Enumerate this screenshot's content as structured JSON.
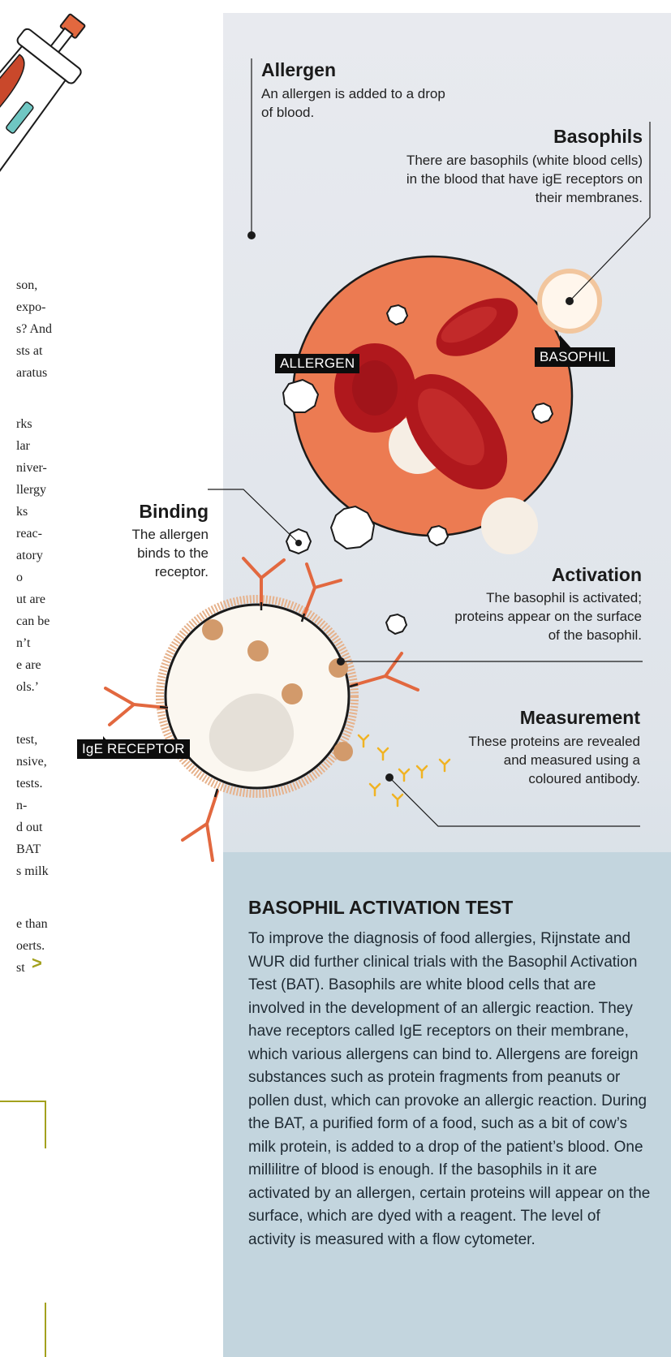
{
  "left_column_fragments": [
    "son,",
    "expo-",
    "s? And",
    "sts at",
    "aratus",
    "rks",
    "lar",
    "niver-",
    "llergy",
    "ks",
    "reac-",
    "atory",
    "o",
    "ut are",
    "can be",
    "n’t",
    "e are",
    "ols.’",
    "test,",
    "nsive,",
    "tests.",
    "n-",
    "d out",
    "BAT",
    "s milk",
    "e than",
    "oerts.",
    "st"
  ],
  "continue_marker": ">",
  "callouts": {
    "allergen": {
      "title": "Allergen",
      "text": "An allergen is added to a drop of blood."
    },
    "basophils": {
      "title": "Basophils",
      "text": "There are basophils (white blood cells) in the blood that have igE receptors on their membranes."
    },
    "binding": {
      "title": "Binding",
      "text": "The allergen binds to the receptor."
    },
    "activation": {
      "title": "Activation",
      "text": "The basophil is activated; proteins appear on the surface of the basophil."
    },
    "measurement": {
      "title": "Measurement",
      "text": "These proteins are revealed and measured using a coloured antibody."
    }
  },
  "tags": {
    "allergen": "ALLERGEN",
    "basophil": "BASOPHIL",
    "ige_receptor": "IgE RECEPTOR"
  },
  "box": {
    "title": "BASOPHIL ACTIVATION TEST",
    "text": "To improve the diagnosis of food allergies, Rijnstate and WUR did further clinical trials with the Basophil Activation Test (BAT). Basophils are white blood cells that are involved in the development of an allergic reaction. They have receptors called IgE receptors on their membrane, which various allergens can bind to. Allergens are foreign substances such as protein fragments from peanuts or pollen dust, which can provoke an allergic reaction. During the BAT, a purified form of a food, such as a bit of cow’s milk protein, is added to a drop of the patient’s blood. One millilitre of blood is enough. If the basophils in it are activated by an allergen, certain proteins will appear on the surface, which are dyed with a reagent. The level of activity is measured with a flow cytometer."
  },
  "colors": {
    "blood_drop": "#ec7b52",
    "red_cell": "#b0181d",
    "receptor": "#e2683f",
    "accent_olive": "#a3a11e",
    "antibody": "#f0b323"
  }
}
